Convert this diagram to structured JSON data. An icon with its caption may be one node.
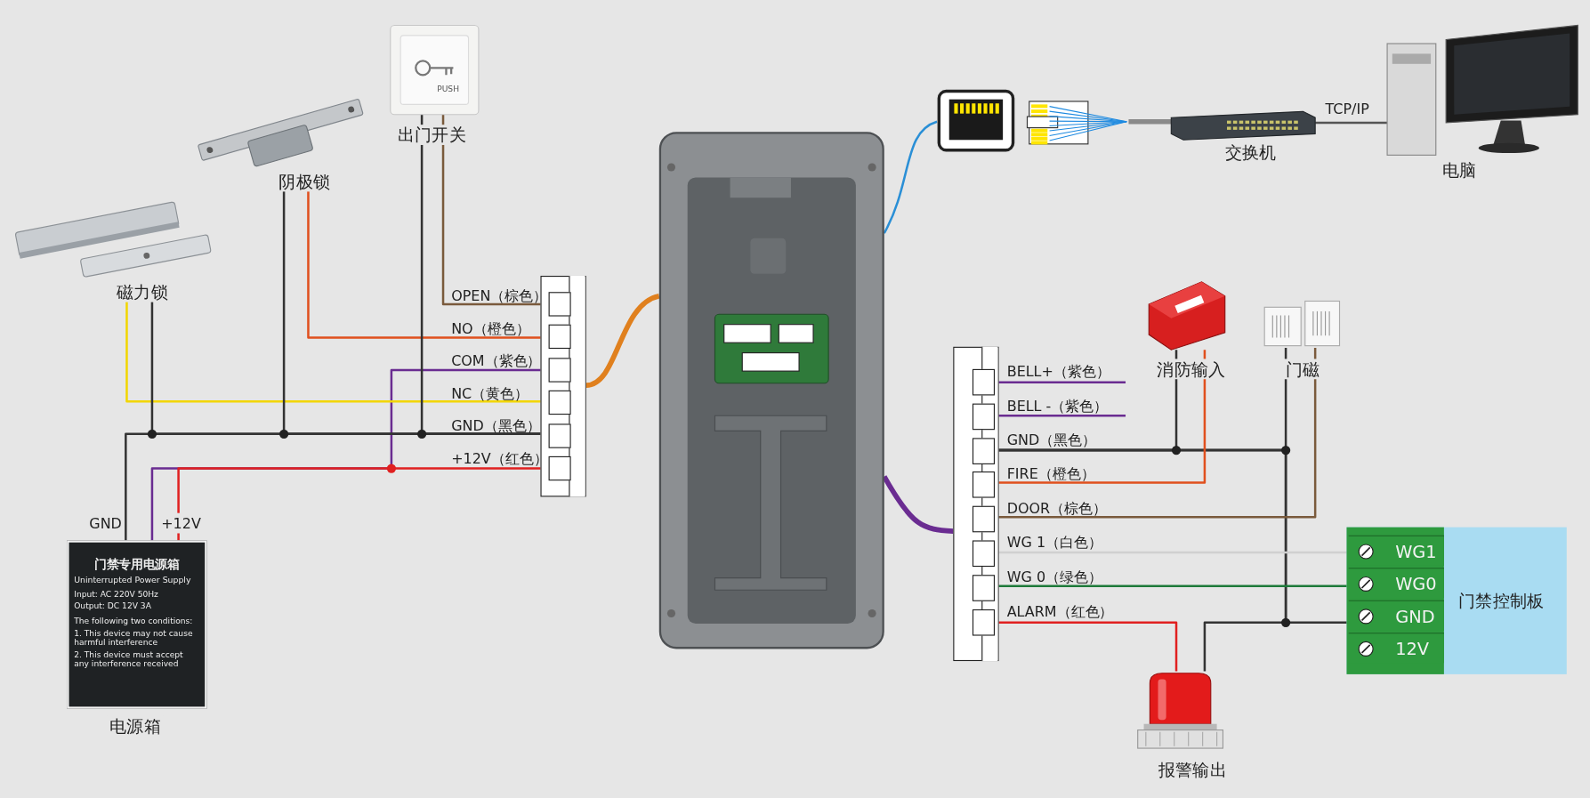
{
  "diagram": {
    "nodes": [
      {
        "text": [],
        "shape": "picture",
        "beside": [
          "磁力锁"
        ]
      },
      {
        "text": [],
        "shape": "picture",
        "beside": [
          "阴极锁"
        ]
      },
      {
        "text": [
          "PUSH"
        ],
        "beside": [
          "出门开关"
        ]
      },
      {
        "text": [
          "门禁专用电源箱",
          "Uninterrupted Power Supply",
          "Input: AC 220V 50Hz",
          "Output: DC 12V 3A",
          "The following two conditions:",
          "1. This device may not cause harmful interference",
          "2. This device must accept any interference received"
        ],
        "beside": [
          "GND",
          "+12V",
          "电源箱"
        ]
      },
      {
        "text": [],
        "shape": "box"
      },
      {
        "text": [],
        "shape": "box",
        "in": 4,
        "beside": [
          "OPEN（棕色）"
        ]
      },
      {
        "text": [],
        "shape": "box",
        "in": 4,
        "beside": [
          "NO（橙色）"
        ]
      },
      {
        "text": [],
        "shape": "box",
        "in": 4,
        "beside": [
          "COM（紫色）"
        ]
      },
      {
        "text": [],
        "shape": "box",
        "in": 4,
        "beside": [
          "NC（黄色）"
        ]
      },
      {
        "text": [],
        "shape": "box",
        "in": 4,
        "beside": [
          "GND（黑色）"
        ]
      },
      {
        "text": [],
        "shape": "box",
        "in": 4,
        "beside": [
          "+12V（红色）"
        ]
      },
      {
        "text": [],
        "shape": "picture"
      },
      {
        "text": [],
        "shape": "picture"
      },
      {
        "text": [],
        "shape": "picture"
      },
      {
        "text": [],
        "shape": "picture",
        "beside": [
          "交换机"
        ]
      },
      {
        "text": [],
        "shape": "picture",
        "beside": [
          "电脑"
        ]
      },
      {
        "text": [],
        "shape": "box"
      },
      {
        "text": [],
        "shape": "box",
        "in": 16,
        "beside": [
          "BELL+（紫色）"
        ]
      },
      {
        "text": [],
        "shape": "box",
        "in": 16,
        "beside": [
          "BELL -（紫色）"
        ]
      },
      {
        "text": [],
        "shape": "box",
        "in": 16,
        "beside": [
          "GND（黑色）"
        ]
      },
      {
        "text": [],
        "shape": "box",
        "in": 16,
        "beside": [
          "FIRE（橙色）"
        ]
      },
      {
        "text": [],
        "shape": "box",
        "in": 16,
        "beside": [
          "DOOR（棕色）"
        ]
      },
      {
        "text": [],
        "shape": "box",
        "in": 16,
        "beside": [
          "WG 1（白色）"
        ]
      },
      {
        "text": [],
        "shape": "box",
        "in": 16,
        "beside": [
          "WG 0（绿色）"
        ]
      },
      {
        "text": [],
        "shape": "box",
        "in": 16,
        "beside": [
          "ALARM（红色）"
        ]
      },
      {
        "text": [],
        "shape": "picture",
        "beside": [
          "消防输入"
        ]
      },
      {
        "text": [],
        "shape": "picture",
        "beside": [
          "门磁"
        ]
      },
      {
        "text": [],
        "shape": "picture",
        "beside": [
          "报警输出"
        ]
      },
      {
        "text": [
          "门禁控制板"
        ]
      },
      {
        "text": [
          "WG1"
        ],
        "in": 28
      },
      {
        "text": [
          "WG0"
        ],
        "in": 28
      },
      {
        "text": [
          "GND"
        ],
        "in": 28
      },
      {
        "text": [
          "12V"
        ],
        "in": 28
      }
    ],
    "edges": [
      {
        "from": 2,
        "to": 5,
        "arrow": "none",
        "color": "#7a5a3c"
      },
      {
        "from": 1,
        "to": 6,
        "arrow": "none",
        "color": "#e0501e"
      },
      {
        "from": 7,
        "to": 3,
        "arrow": "none",
        "color": "#6a2c91"
      },
      {
        "from": 0,
        "to": 8,
        "arrow": "none",
        "color": "#f2d600"
      },
      {
        "from": 0,
        "to": 9,
        "arrow": "none",
        "color": "#333333"
      },
      {
        "from": 1,
        "to": 9,
        "arrow": "none",
        "color": "#333333"
      },
      {
        "from": 2,
        "to": 9,
        "arrow": "none",
        "color": "#333333"
      },
      {
        "from": 3,
        "to": 9,
        "arrow": "none",
        "color": "#333333"
      },
      {
        "from": 3,
        "to": 10,
        "arrow": "none",
        "color": "#e02020"
      },
      {
        "from": 11,
        "to": 4,
        "arrow": "none",
        "style": "thick",
        "color": "#e0801e"
      },
      {
        "from": 11,
        "to": 16,
        "arrow": "none",
        "style": "thick",
        "color": "#6a2c91"
      },
      {
        "from": 11,
        "to": 12,
        "arrow": "none",
        "color": "#2a8fd6"
      },
      {
        "from": 13,
        "to": 14,
        "arrow": "none",
        "style": "thick",
        "color": "#8a8a8a"
      },
      {
        "from": 14,
        "to": 15,
        "label": "TCP/IP",
        "arrow": "none",
        "color": "#555555"
      },
      {
        "from": 17,
        "to": null,
        "arrow": "none",
        "color": "#6a2c91"
      },
      {
        "from": 18,
        "to": null,
        "arrow": "none",
        "color": "#6a2c91"
      },
      {
        "from": 19,
        "to": 25,
        "arrow": "none",
        "color": "#333333"
      },
      {
        "from": 19,
        "to": 26,
        "arrow": "none",
        "color": "#333333"
      },
      {
        "from": 19,
        "to": 31,
        "arrow": "none",
        "color": "#333333"
      },
      {
        "from": 19,
        "to": 27,
        "arrow": "none",
        "color": "#333333"
      },
      {
        "from": 20,
        "to": 25,
        "arrow": "none",
        "color": "#e0501e"
      },
      {
        "from": 21,
        "to": 26,
        "arrow": "none",
        "color": "#7a5a3c"
      },
      {
        "from": 22,
        "to": 29,
        "arrow": "none",
        "color": "#d0d0d0"
      },
      {
        "from": 23,
        "to": 30,
        "arrow": "none",
        "color": "#1e7a3a"
      },
      {
        "from": 24,
        "to": 27,
        "arrow": "none",
        "color": "#e02020"
      }
    ]
  }
}
